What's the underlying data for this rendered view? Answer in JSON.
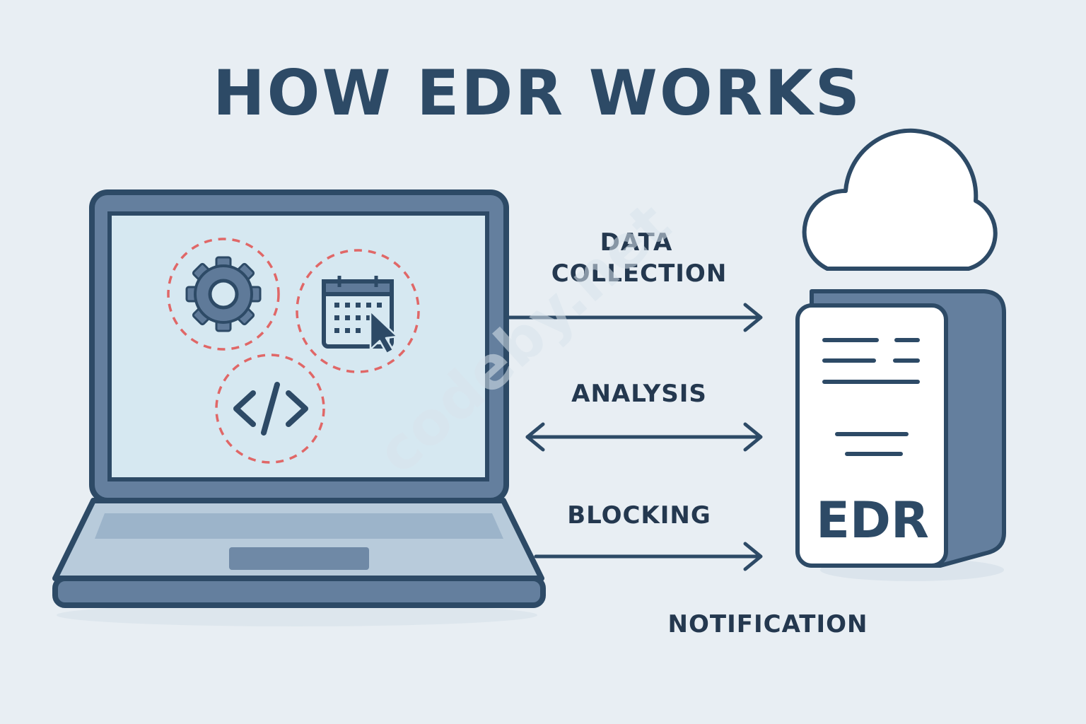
{
  "title": "HOW EDR WORKS",
  "labels": {
    "data_collection_line1": "DATA",
    "data_collection_line2": "COLLECTION",
    "analysis": "ANALYSIS",
    "blocking": "BLOCKING",
    "notification": "NOTIFICATION"
  },
  "server": {
    "label": "EDR"
  },
  "watermark": "codeby.net",
  "colors": {
    "background": "#e8eef3",
    "outline": "#2d4a66",
    "screen": "#d6e8f1",
    "body": "#647f9e",
    "dashed_circle": "#e06767"
  },
  "icons": [
    "gear-icon",
    "calendar-icon",
    "cursor-icon",
    "code-icon",
    "cloud-icon",
    "server-icon",
    "laptop-icon"
  ]
}
